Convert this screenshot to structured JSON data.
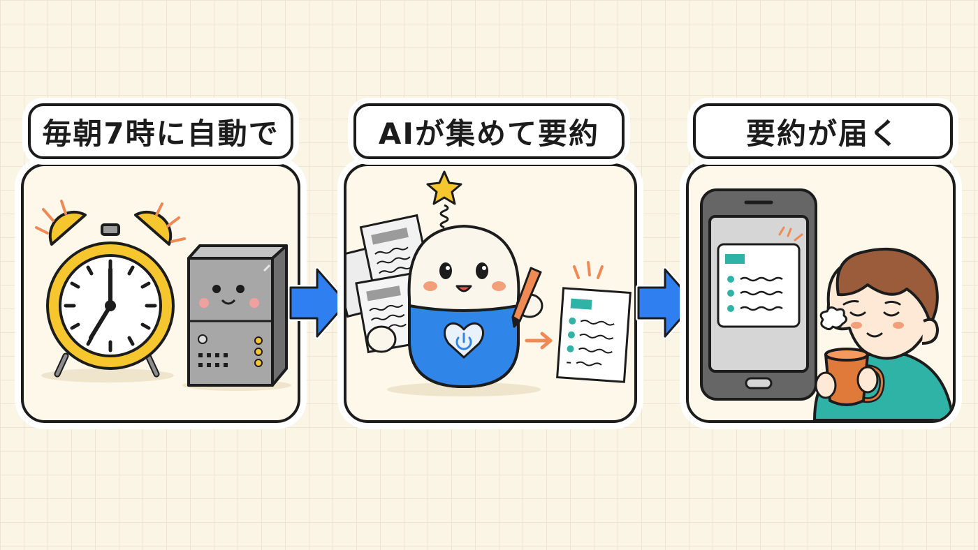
{
  "steps": [
    {
      "label": "毎朝7時に自動で",
      "icons": [
        "alarm-clock-icon",
        "server-icon"
      ]
    },
    {
      "label": "AIが集めて要約",
      "icons": [
        "robot-icon",
        "documents-icon",
        "summary-document-icon",
        "power-icon"
      ]
    },
    {
      "label": "要約が届く",
      "icons": [
        "smartphone-icon",
        "person-icon",
        "coffee-mug-icon"
      ]
    }
  ],
  "colors": {
    "background": "#fbf5e6",
    "panel": "#fdf8ea",
    "outline": "#1c1c1c",
    "arrow": "#2f7ff0",
    "clock": "#f6c62f",
    "robot": "#2f86e8",
    "accent_orange": "#f08a55",
    "accent_teal": "#2fb3a6"
  }
}
